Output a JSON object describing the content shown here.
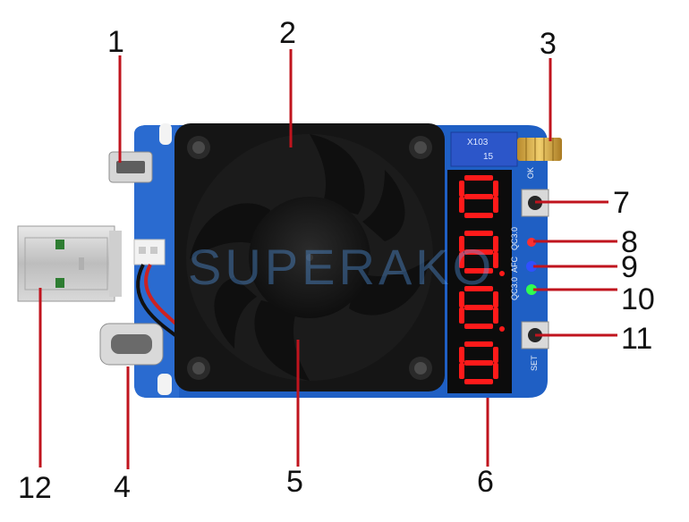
{
  "callouts": [
    {
      "id": "1",
      "label": "1"
    },
    {
      "id": "2",
      "label": "2"
    },
    {
      "id": "3",
      "label": "3"
    },
    {
      "id": "4",
      "label": "4"
    },
    {
      "id": "5",
      "label": "5"
    },
    {
      "id": "6",
      "label": "6"
    },
    {
      "id": "7",
      "label": "7"
    },
    {
      "id": "8",
      "label": "8"
    },
    {
      "id": "9",
      "label": "9"
    },
    {
      "id": "10",
      "label": "10"
    },
    {
      "id": "11",
      "label": "11"
    },
    {
      "id": "12",
      "label": "12"
    }
  ],
  "board": {
    "button_top_label": "OK",
    "button_bottom_label": "SET",
    "led_label_a": "QC3.0",
    "led_label_b": "AFC",
    "led_label_c": "QC3.0",
    "pot_marking": "X103",
    "pot_marking_2": "15",
    "display_digits": [
      "8",
      "8.",
      "8.",
      "8"
    ]
  },
  "watermark": {
    "text": "SUPERAKO"
  },
  "colors": {
    "board": "#1f5fc4",
    "fan": "#151515",
    "leader_line": "#c0141e",
    "segment_on": "#ff1a1a",
    "led_red": "#ff3030",
    "led_blue": "#3050ff",
    "led_green": "#30ff50"
  }
}
